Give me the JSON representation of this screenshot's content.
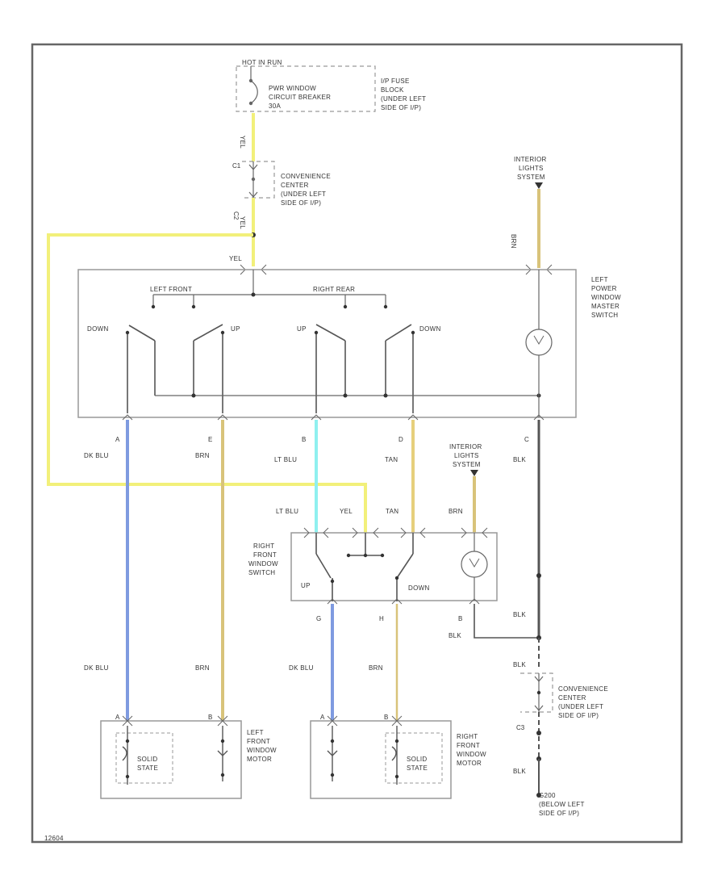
{
  "colors": {
    "YEL": "#f2f07a",
    "BRN": "#d8c37a",
    "DK BLU": "#7f9be0",
    "LT BLU": "#8ff0ef",
    "TAN": "#e6cf7c",
    "BLK": "#555555",
    "frame": "#666666"
  },
  "labels": {
    "hot_in_run": "HOT IN RUN",
    "cb_1": "PWR WINDOW",
    "cb_2": "CIRCUIT BREAKER",
    "cb_3": "30A",
    "ip_fuse_1": "I/P FUSE",
    "ip_fuse_2": "BLOCK",
    "ip_fuse_3": "(UNDER LEFT",
    "ip_fuse_4": "SIDE OF I/P)",
    "yel_top": "YEL",
    "yel_mid": "YEL",
    "yel_switch": "YEL",
    "conv_c1": "C1",
    "conv_c2": "C2",
    "conv_top_1": "CONVENIENCE",
    "conv_top_2": "CENTER",
    "conv_top_3": "(UNDER LEFT",
    "conv_top_4": "SIDE OF I/P)",
    "ils_top_1": "INTERIOR",
    "ils_top_2": "LIGHTS",
    "ils_top_3": "SYSTEM",
    "brn_top": "BRN",
    "left_front": "LEFT FRONT",
    "right_rear": "RIGHT REAR",
    "sw_down_l": "DOWN",
    "sw_up_l": "UP",
    "sw_up_r": "UP",
    "sw_down_r": "DOWN",
    "lpwms_1": "LEFT",
    "lpwms_2": "POWER",
    "lpwms_3": "WINDOW",
    "lpwms_4": "MASTER",
    "lpwms_5": "SWITCH",
    "pin_a": "A",
    "pin_e": "E",
    "pin_b": "B",
    "pin_d": "D",
    "pin_c": "C",
    "w_dk_blu": "DK BLU",
    "w_brn": "BRN",
    "w_lt_blu": "LT BLU",
    "w_tan": "TAN",
    "w_blk": "BLK",
    "ils_mid_1": "INTERIOR",
    "ils_mid_2": "LIGHTS",
    "ils_mid_3": "SYSTEM",
    "rs_lt_blu": "LT BLU",
    "rs_yel": "YEL",
    "rs_tan": "TAN",
    "rs_brn": "BRN",
    "rfws_1": "RIGHT",
    "rfws_2": "FRONT",
    "rfws_3": "WINDOW",
    "rfws_4": "SWITCH",
    "rs_up": "UP",
    "rs_down": "DOWN",
    "pin_rs_g": "G",
    "pin_rs_h": "H",
    "pin_rs_b": "B",
    "blk_r1": "BLK",
    "blk_r2": "BLK",
    "blk_r3": "BLK",
    "blk_r4": "BLK",
    "w_dk_blu_lo": "DK BLU",
    "w_brn_lo": "BRN",
    "w_dk_blu_lo2": "DK BLU",
    "w_brn_lo2": "BRN",
    "conv_bot_1": "CONVENIENCE",
    "conv_bot_2": "CENTER",
    "conv_bot_3": "(UNDER LEFT",
    "conv_bot_4": "SIDE OF I/P)",
    "conv_c3": "C3",
    "lfm_a": "A",
    "lfm_b": "B",
    "lfm_solid_1": "SOLID",
    "lfm_solid_2": "STATE",
    "lfm_1": "LEFT",
    "lfm_2": "FRONT",
    "lfm_3": "WINDOW",
    "lfm_4": "MOTOR",
    "rfm_a": "A",
    "rfm_b": "B",
    "rfm_solid_1": "SOLID",
    "rfm_solid_2": "STATE",
    "rfm_1": "RIGHT",
    "rfm_2": "FRONT",
    "rfm_3": "WINDOW",
    "rfm_4": "MOTOR",
    "g200_1": "G200",
    "g200_2": "(BELOW LEFT",
    "g200_3": "SIDE OF I/P)",
    "corner_code": "12604"
  }
}
